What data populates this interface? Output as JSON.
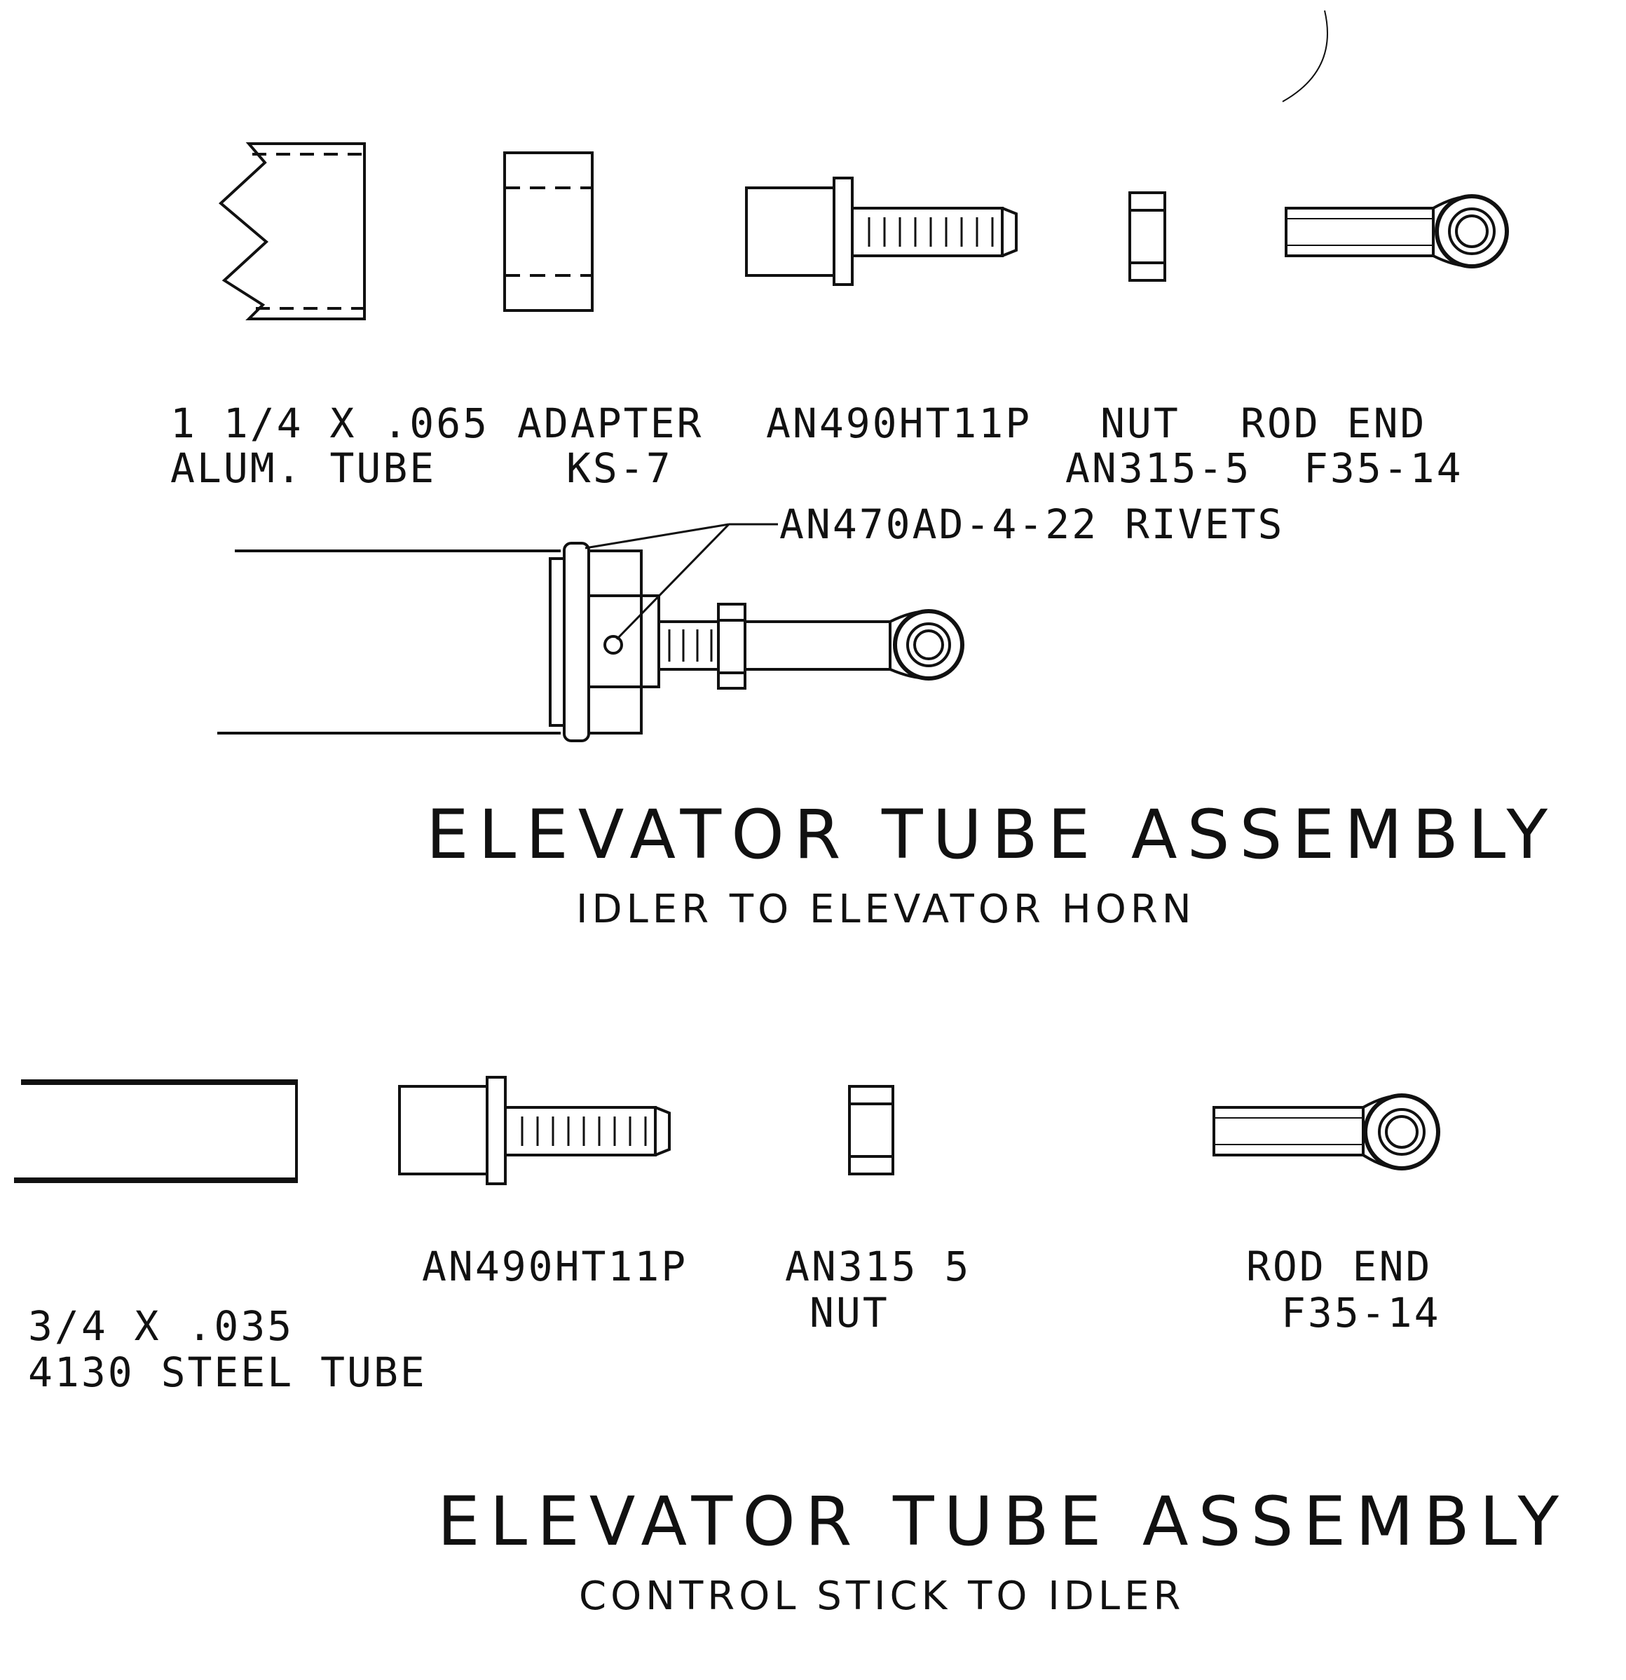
{
  "colors": {
    "ink": "#111111",
    "paper": "#ffffff"
  },
  "top_parts": {
    "tube": {
      "line1": "1 1/4 X .065",
      "line2": "ALUM. TUBE"
    },
    "adapter": {
      "line1": "ADAPTER",
      "line2": "KS-7"
    },
    "bolt": {
      "line1": "AN490HT11P"
    },
    "nut": {
      "line1": "NUT",
      "line2": "AN315-5"
    },
    "rod_end": {
      "line1": "ROD END",
      "line2": "F35-14"
    }
  },
  "rivets_callout": "AN470AD-4-22 RIVETS",
  "assembly1": {
    "title": "ELEVATOR TUBE ASSEMBLY",
    "subtitle": "IDLER TO ELEVATOR HORN"
  },
  "bottom_parts": {
    "bolt": {
      "line1": "AN490HT11P"
    },
    "nut": {
      "line1": "AN315 5",
      "line2": "NUT"
    },
    "rod_end": {
      "line1": "ROD END",
      "line2": "F35-14"
    },
    "tube": {
      "line1": "3/4 X .035",
      "line2": "4130 STEEL TUBE"
    }
  },
  "assembly2": {
    "title": "ELEVATOR TUBE ASSEMBLY",
    "subtitle": "CONTROL STICK TO IDLER"
  }
}
